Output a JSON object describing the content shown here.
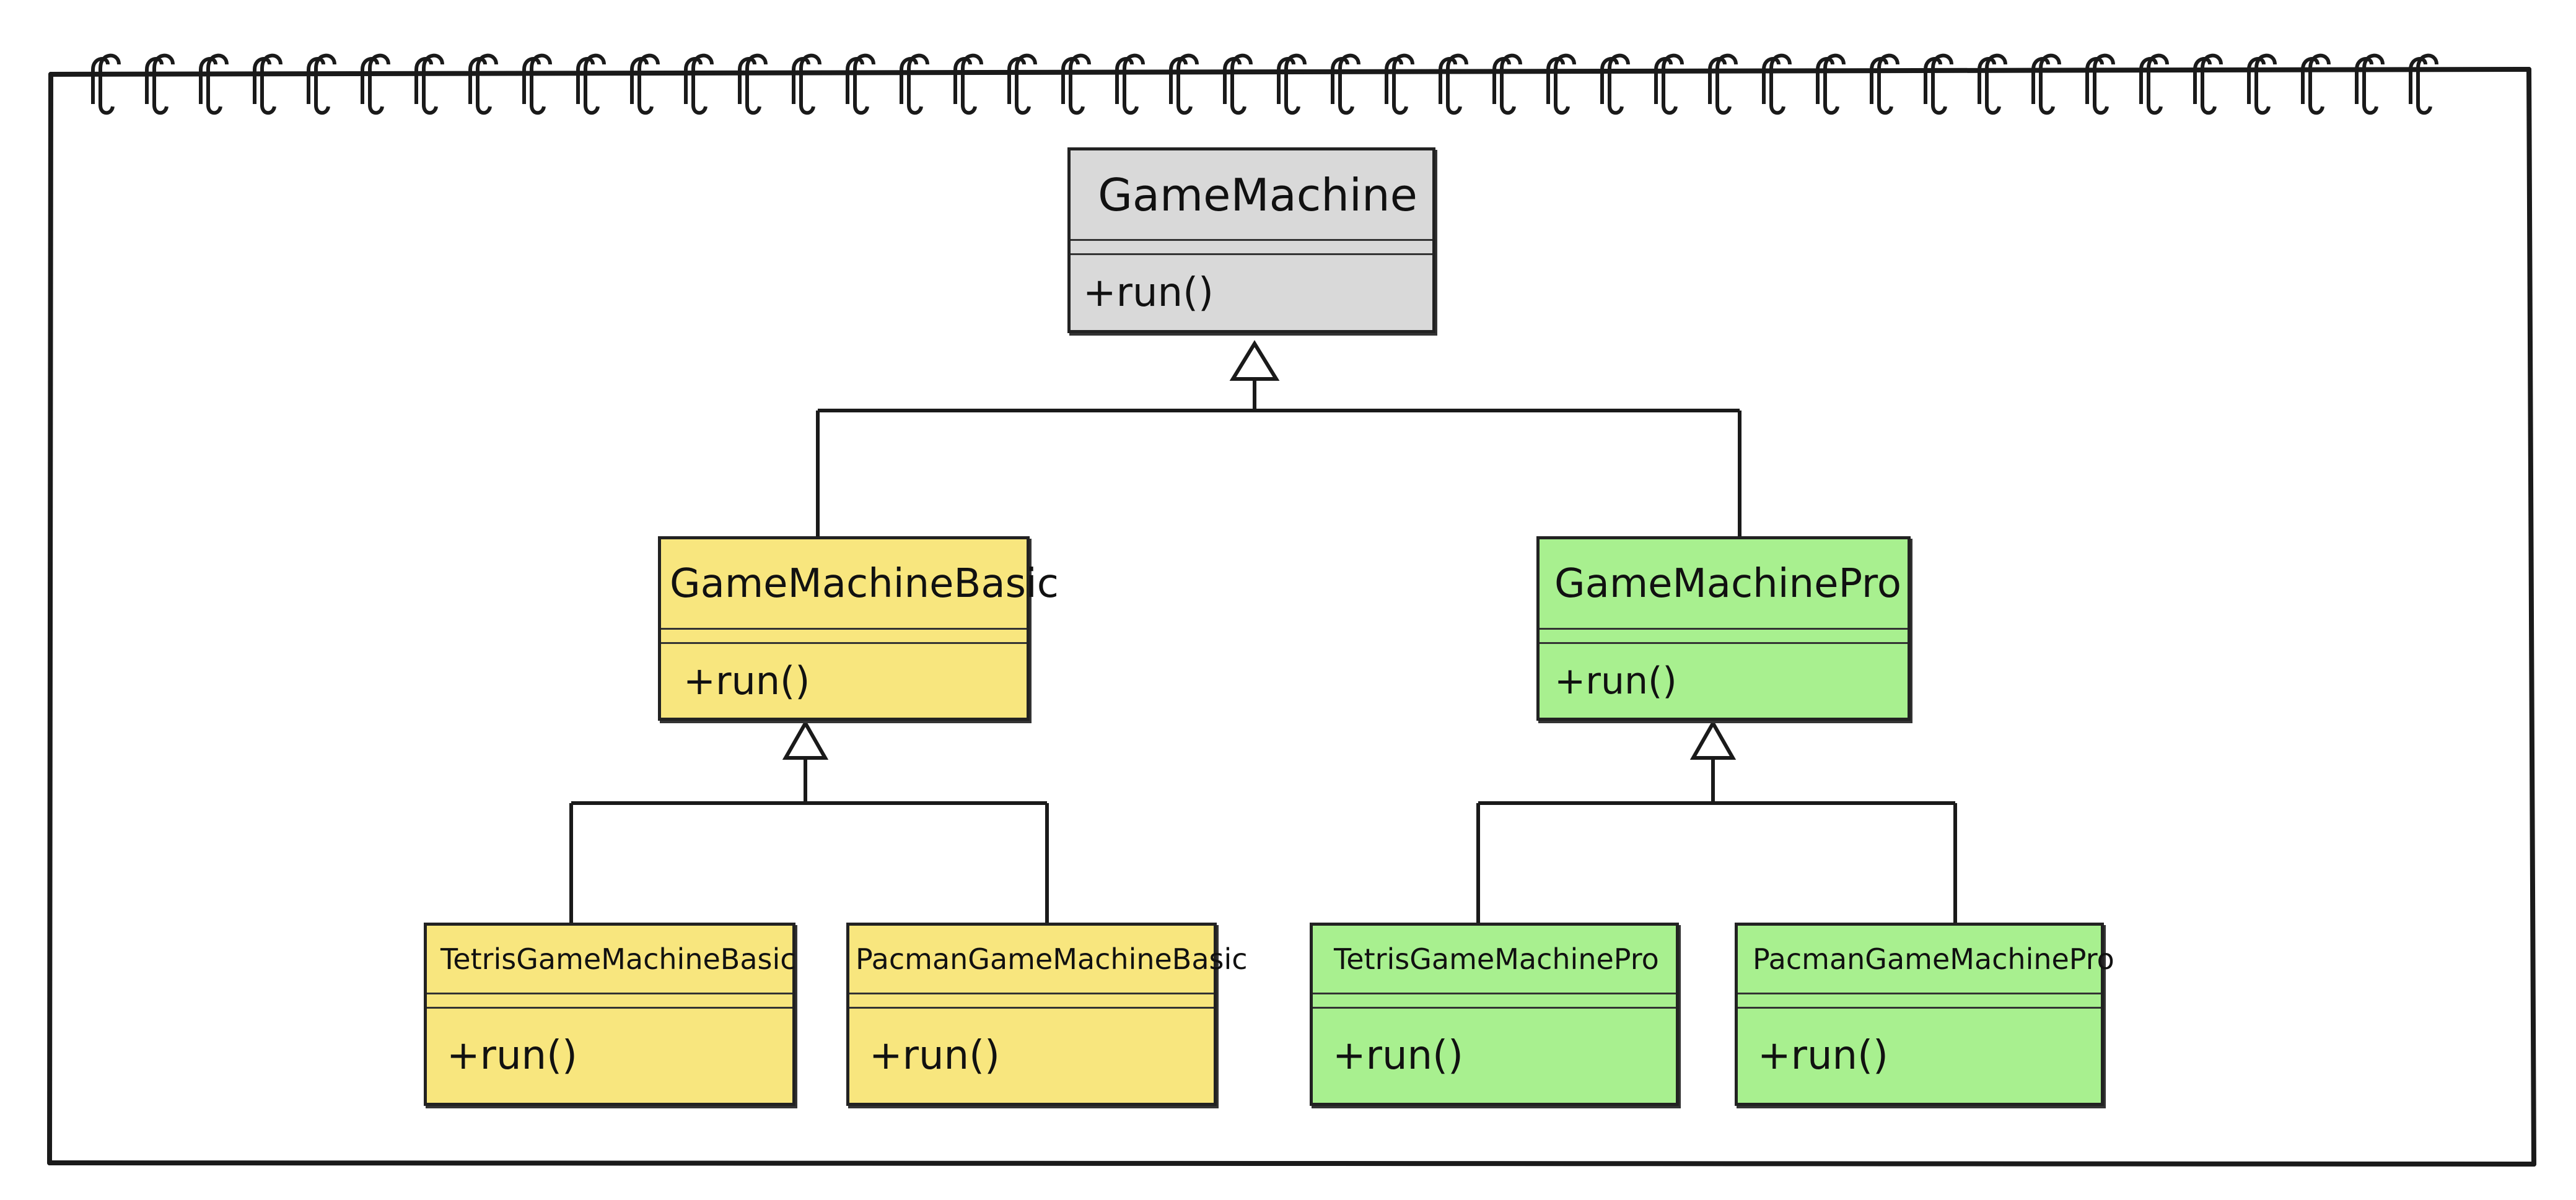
{
  "diagram": {
    "root": {
      "name": "GameMachine",
      "method": "+run()"
    },
    "basic": {
      "name": "GameMachineBasic",
      "method": "+run()"
    },
    "pro": {
      "name": "GameMachinePro",
      "method": "+run()"
    },
    "tetris_basic": {
      "name": "TetrisGameMachineBasic",
      "method": "+run()"
    },
    "pacman_basic": {
      "name": "PacmanGameMachineBasic",
      "method": "+run()"
    },
    "tetris_pro": {
      "name": "TetrisGameMachinePro",
      "method": "+run()"
    },
    "pacman_pro": {
      "name": "PacmanGameMachinePro",
      "method": "+run()"
    }
  },
  "colors": {
    "root_fill": "#d9d9d9",
    "basic_fill": "#f8e67e",
    "pro_fill": "#a8f08f",
    "stroke": "#222222"
  },
  "icons": {
    "binding": "spiral-notebook-rings",
    "inheritance": "hollow-triangle-arrow"
  }
}
